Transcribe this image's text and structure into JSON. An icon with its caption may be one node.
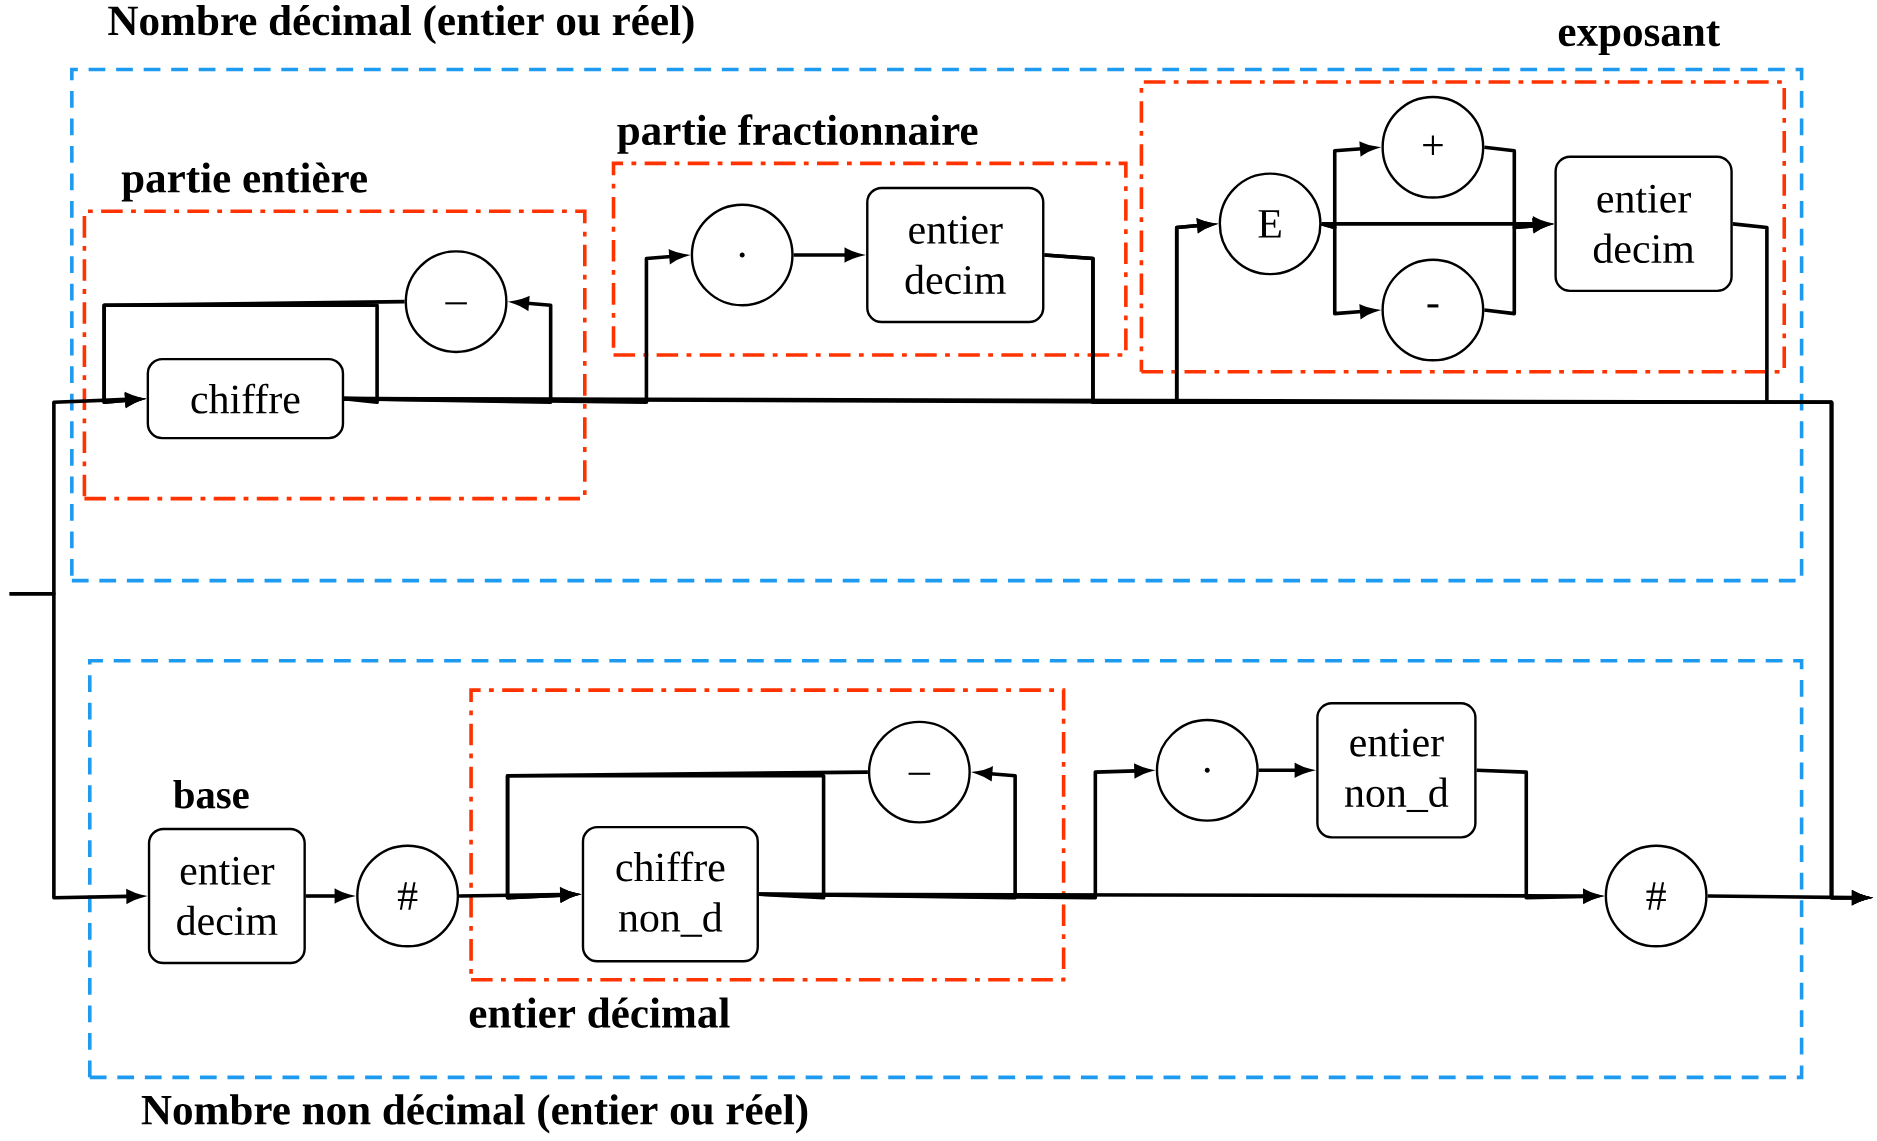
{
  "diagram": {
    "nodes": [
      {
        "text": [
          "Nombre décimal (entier ou réel)"
        ]
      },
      {
        "text": [
          "partie entière"
        ],
        "in": 0
      },
      {
        "text": [
          "chiffre"
        ],
        "in": 1
      },
      {
        "text": [
          "_"
        ],
        "in": 1
      },
      {
        "text": [
          "partie fractionnaire"
        ],
        "in": 0
      },
      {
        "text": [
          "."
        ],
        "in": 4
      },
      {
        "text": [
          "entier decim"
        ],
        "in": 4
      },
      {
        "text": [
          "exposant"
        ],
        "in": 0
      },
      {
        "text": [
          "E"
        ],
        "in": 7
      },
      {
        "text": [
          "+"
        ],
        "in": 7
      },
      {
        "text": [
          "-"
        ],
        "in": 7
      },
      {
        "text": [
          "entier decim"
        ],
        "in": 7
      },
      {
        "text": [
          "Nombre non décimal (entier ou réel)"
        ]
      },
      {
        "text": [
          "entier decim"
        ],
        "beside": [
          "base"
        ],
        "in": 12
      },
      {
        "text": [
          "#"
        ],
        "in": 12
      },
      {
        "text": [
          "entier décimal"
        ],
        "in": 12
      },
      {
        "text": [
          "chiffre non_d"
        ],
        "in": 15
      },
      {
        "text": [
          "_"
        ],
        "in": 15
      },
      {
        "text": [
          "."
        ],
        "in": 12
      },
      {
        "text": [
          "entier non_d"
        ],
        "in": 12
      },
      {
        "text": [
          "#"
        ],
        "in": 12
      }
    ],
    "edges": [
      {
        "from": null,
        "to": 2,
        "arrow": "to"
      },
      {
        "from": null,
        "to": 13,
        "arrow": "to"
      },
      {
        "from": 2,
        "to": 3,
        "arrow": "to"
      },
      {
        "from": 3,
        "to": 2,
        "arrow": "to"
      },
      {
        "from": 2,
        "to": 2,
        "arrow": "to"
      },
      {
        "from": 2,
        "to": 5,
        "arrow": "to"
      },
      {
        "from": 5,
        "to": 6,
        "arrow": "to"
      },
      {
        "from": 6,
        "to": 8,
        "arrow": "to"
      },
      {
        "from": 2,
        "to": 8,
        "arrow": "to"
      },
      {
        "from": 8,
        "to": 9,
        "arrow": "to"
      },
      {
        "from": 8,
        "to": 10,
        "arrow": "to"
      },
      {
        "from": 8,
        "to": 11,
        "arrow": "to"
      },
      {
        "from": 9,
        "to": 11,
        "arrow": "to"
      },
      {
        "from": 10,
        "to": 11,
        "arrow": "to"
      },
      {
        "from": 11,
        "to": null,
        "arrow": "to"
      },
      {
        "from": 6,
        "to": null,
        "arrow": "to"
      },
      {
        "from": 2,
        "to": null,
        "arrow": "to"
      },
      {
        "from": 13,
        "to": 14,
        "arrow": "to"
      },
      {
        "from": 14,
        "to": 16,
        "arrow": "to"
      },
      {
        "from": 16,
        "to": 17,
        "arrow": "to"
      },
      {
        "from": 17,
        "to": 16,
        "arrow": "to"
      },
      {
        "from": 16,
        "to": 16,
        "arrow": "to"
      },
      {
        "from": 16,
        "to": 18,
        "arrow": "to"
      },
      {
        "from": 18,
        "to": 19,
        "arrow": "to"
      },
      {
        "from": 19,
        "to": 20,
        "arrow": "to"
      },
      {
        "from": 16,
        "to": 20,
        "arrow": "to"
      },
      {
        "from": 20,
        "to": null,
        "arrow": "to"
      }
    ]
  }
}
